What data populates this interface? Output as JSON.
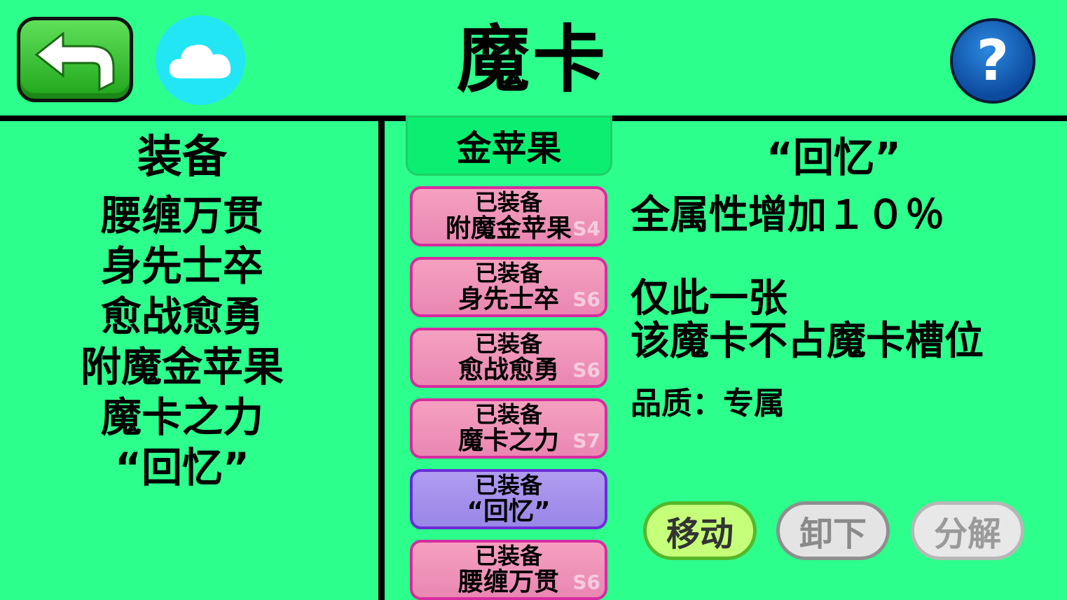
{
  "header": {
    "title": "魔卡",
    "help_label": "?"
  },
  "left": {
    "heading": "装备",
    "equipped": [
      "腰缠万贯",
      "身先士卒",
      "愈战愈勇",
      "附魔金苹果",
      "魔卡之力",
      "“回忆”"
    ]
  },
  "center": {
    "tab_label": "金苹果",
    "cards": [
      {
        "status": "已装备",
        "name": "附魔金苹果",
        "level": "S4",
        "color": "pink"
      },
      {
        "status": "已装备",
        "name": "身先士卒",
        "level": "S6",
        "color": "pink"
      },
      {
        "status": "已装备",
        "name": "愈战愈勇",
        "level": "S6",
        "color": "pink"
      },
      {
        "status": "已装备",
        "name": "魔卡之力",
        "level": "S7",
        "color": "pink"
      },
      {
        "status": "已装备",
        "name": "“回忆”",
        "level": "",
        "color": "purple"
      },
      {
        "status": "已装备",
        "name": "腰缠万贯",
        "level": "S6",
        "color": "pink"
      }
    ]
  },
  "detail": {
    "title": "“回忆”",
    "effect": "全属性增加１０％",
    "unique": "仅此一张",
    "slot_note": "该魔卡不占魔卡槽位",
    "quality": "品质：专属"
  },
  "actions": {
    "move": "移动",
    "unequip": "卸下",
    "dismantle": "分解"
  },
  "icons": {
    "back": "back-arrow-icon",
    "cloud": "cloud-icon",
    "help": "question-icon"
  },
  "colors": {
    "background": "#2dff8c",
    "pink_card": "#e987b2",
    "purple_card": "#9a86e6",
    "tab_active": "#0aef72"
  }
}
